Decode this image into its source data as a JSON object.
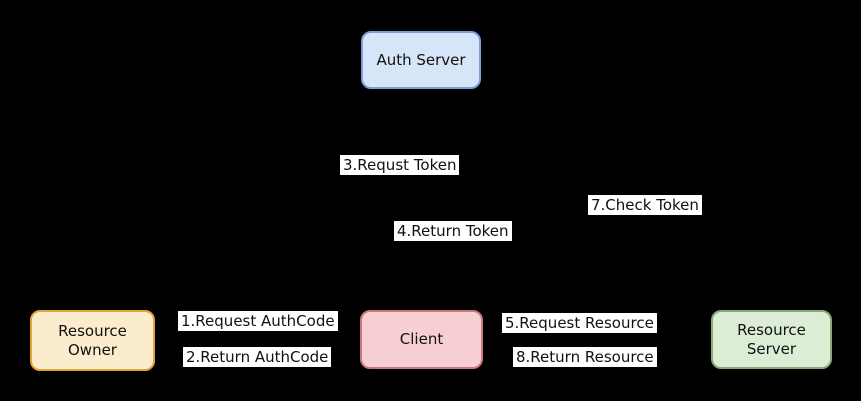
{
  "diagram": {
    "type": "flow-diagram",
    "topic": "OAuth token flow",
    "background_color": "#000000",
    "label_background_color": "#ffffff",
    "text_color": "#111111"
  },
  "nodes": {
    "auth_server": {
      "label": "Auth Server",
      "fill": "#d7e5f8",
      "border": "#7b9fd4"
    },
    "resource_owner": {
      "line1": "Resource",
      "line2": "Owner",
      "fill": "#fcecce",
      "border": "#e0a437"
    },
    "client": {
      "label": "Client",
      "fill": "#f7cfd2",
      "border": "#c7787e"
    },
    "resource_server": {
      "line1": "Resource",
      "line2": "Server",
      "fill": "#dcedd5",
      "border": "#87a97a"
    }
  },
  "edge_labels": {
    "step1": {
      "text": "1.Request AuthCode"
    },
    "step2": {
      "text": "2.Return AuthCode"
    },
    "step3": {
      "text": "3.Requst Token"
    },
    "step4": {
      "text": "4.Return Token"
    },
    "step5": {
      "text": "5.Request Resource"
    },
    "step7": {
      "text": "7.Check Token"
    },
    "step8": {
      "text": "8.Return Resource"
    }
  }
}
